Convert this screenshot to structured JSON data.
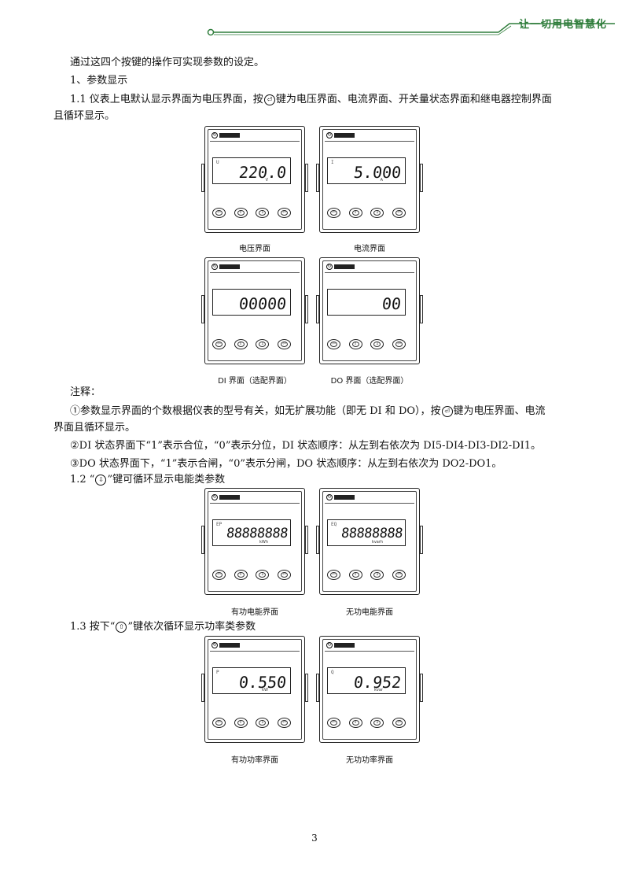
{
  "header": {
    "slogan": "让一切用电智慧化",
    "line_color": "#2f7d3b"
  },
  "paragraphs": {
    "intro": "通过这四个按键的操作可实现参数的设定。",
    "sec1_title": "1、参数显示",
    "sec1_1_a": "1.1 仪表上电默认显示界面为电压界面，按",
    "sec1_1_b": "键为电压界面、电流界面、开关量状态界面和继电器控制界面",
    "sec1_1_c": "且循环显示。",
    "note_title": "注释：",
    "note1_a": "①参数显示界面的个数根据仪表的型号有关，如无扩展功能（即无 DI 和 DO），按",
    "note1_b": "键为电压界面、电流",
    "note1_c": "界面且循环显示。",
    "note2": "②DI 状态界面下“1”表示合位，“0”表示分位，DI 状态顺序：从左到右依次为 DI5-DI4-DI3-DI2-DI1。",
    "note3": "③DO 状态界面下，“1”表示合闸，“0”表示分闸，DO 状态顺序：从左到右依次为 DO2-DO1。",
    "sec1_2_a": "1.2 “",
    "sec1_2_b": "”键可循环显示电能类参数",
    "sec1_3_a": "1.3 按下“",
    "sec1_3_b": "”键依次循环显示功率类参数"
  },
  "icons": {
    "enter": "enter-key-icon",
    "down": "down-key-icon",
    "up": "up-key-icon"
  },
  "meters": [
    {
      "caption": "电压界面",
      "value": "220.0",
      "unit": "V",
      "label": "U"
    },
    {
      "caption": "电流界面",
      "value": "5.000",
      "unit": "A",
      "label": "I"
    },
    {
      "caption": "DI 界面（选配界面）",
      "value": "00000",
      "unit": "",
      "label": ""
    },
    {
      "caption": "DO 界面（选配界面）",
      "value": "00",
      "unit": "",
      "label": ""
    },
    {
      "caption": "有功电能界面",
      "value": "88888888",
      "unit": "kWh",
      "label": "EP"
    },
    {
      "caption": "无功电能界面",
      "value": "88888888",
      "unit": "kvarh",
      "label": "EQ"
    },
    {
      "caption": "有功功率界面",
      "value": "0.550",
      "unit": "kW",
      "label": "P"
    },
    {
      "caption": "无功功率界面",
      "value": "0.952",
      "unit": "kvar",
      "label": "Q"
    }
  ],
  "page_number": "3"
}
